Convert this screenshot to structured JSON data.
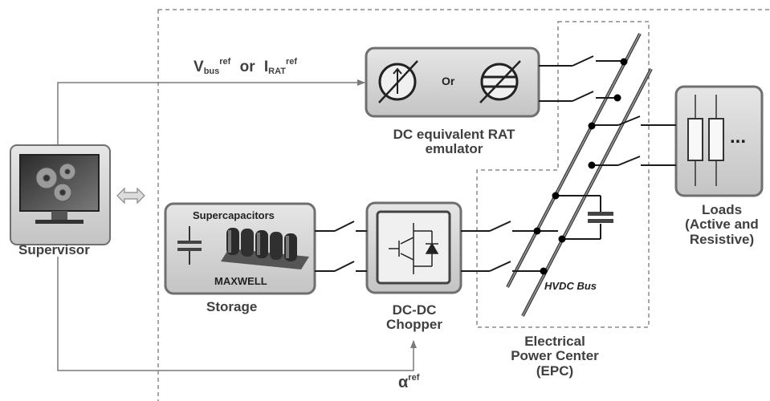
{
  "rat_reference": {
    "v_main": "V",
    "v_sub": "bus",
    "v_sup": "ref",
    "or": "or",
    "i_main": "I",
    "i_sub": "RAT",
    "i_sup": "ref"
  },
  "rat_box": {
    "or": "Or",
    "label_line1": "DC equivalent RAT",
    "label_line2": "emulator"
  },
  "supervisor": {
    "label": "Supervisor"
  },
  "storage": {
    "top_label": "Supercapacitors",
    "brand": "MAXWELL",
    "label": "Storage"
  },
  "chopper": {
    "label_line1": "DC-DC",
    "label_line2": "Chopper"
  },
  "bus": {
    "label": "HVDC Bus"
  },
  "epc": {
    "line1": "Electrical",
    "line2": "Power Center",
    "line3": "(EPC)"
  },
  "loads": {
    "dots": "...",
    "line1": "Loads",
    "line2": "(Active and",
    "line3": "Resistive)"
  },
  "alpha": {
    "main": "α",
    "sup": "ref"
  },
  "colors": {
    "box_fill": "#d4d4d4",
    "box_border": "#6f6f6f",
    "line": "#1a1a1a",
    "ref_line": "#7a7a7a",
    "label": "#404040"
  }
}
